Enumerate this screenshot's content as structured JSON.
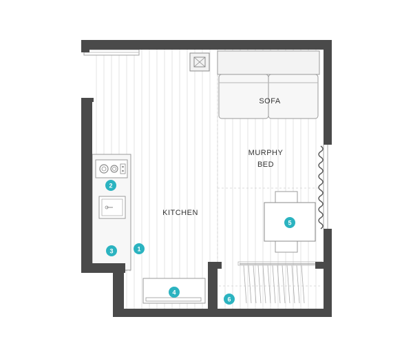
{
  "plan": {
    "room_labels": {
      "sofa": "SOFA",
      "murphy_bed_line1": "MURPHY",
      "murphy_bed_line2": "BED",
      "kitchen": "KITCHEN"
    },
    "markers": [
      "1",
      "2",
      "3",
      "4",
      "5",
      "6"
    ],
    "colors": {
      "wall": "#4a4a4a",
      "floor_line": "#d6d6d6",
      "fixture": "#9a9a9a",
      "fixture_fill": "#f7f7f7",
      "marker": "#2bb3c0",
      "text": "#333333"
    },
    "icons": [
      "window-icon",
      "ac-vent-icon",
      "cooktop-icon",
      "sink-icon",
      "curtain-icon"
    ]
  }
}
